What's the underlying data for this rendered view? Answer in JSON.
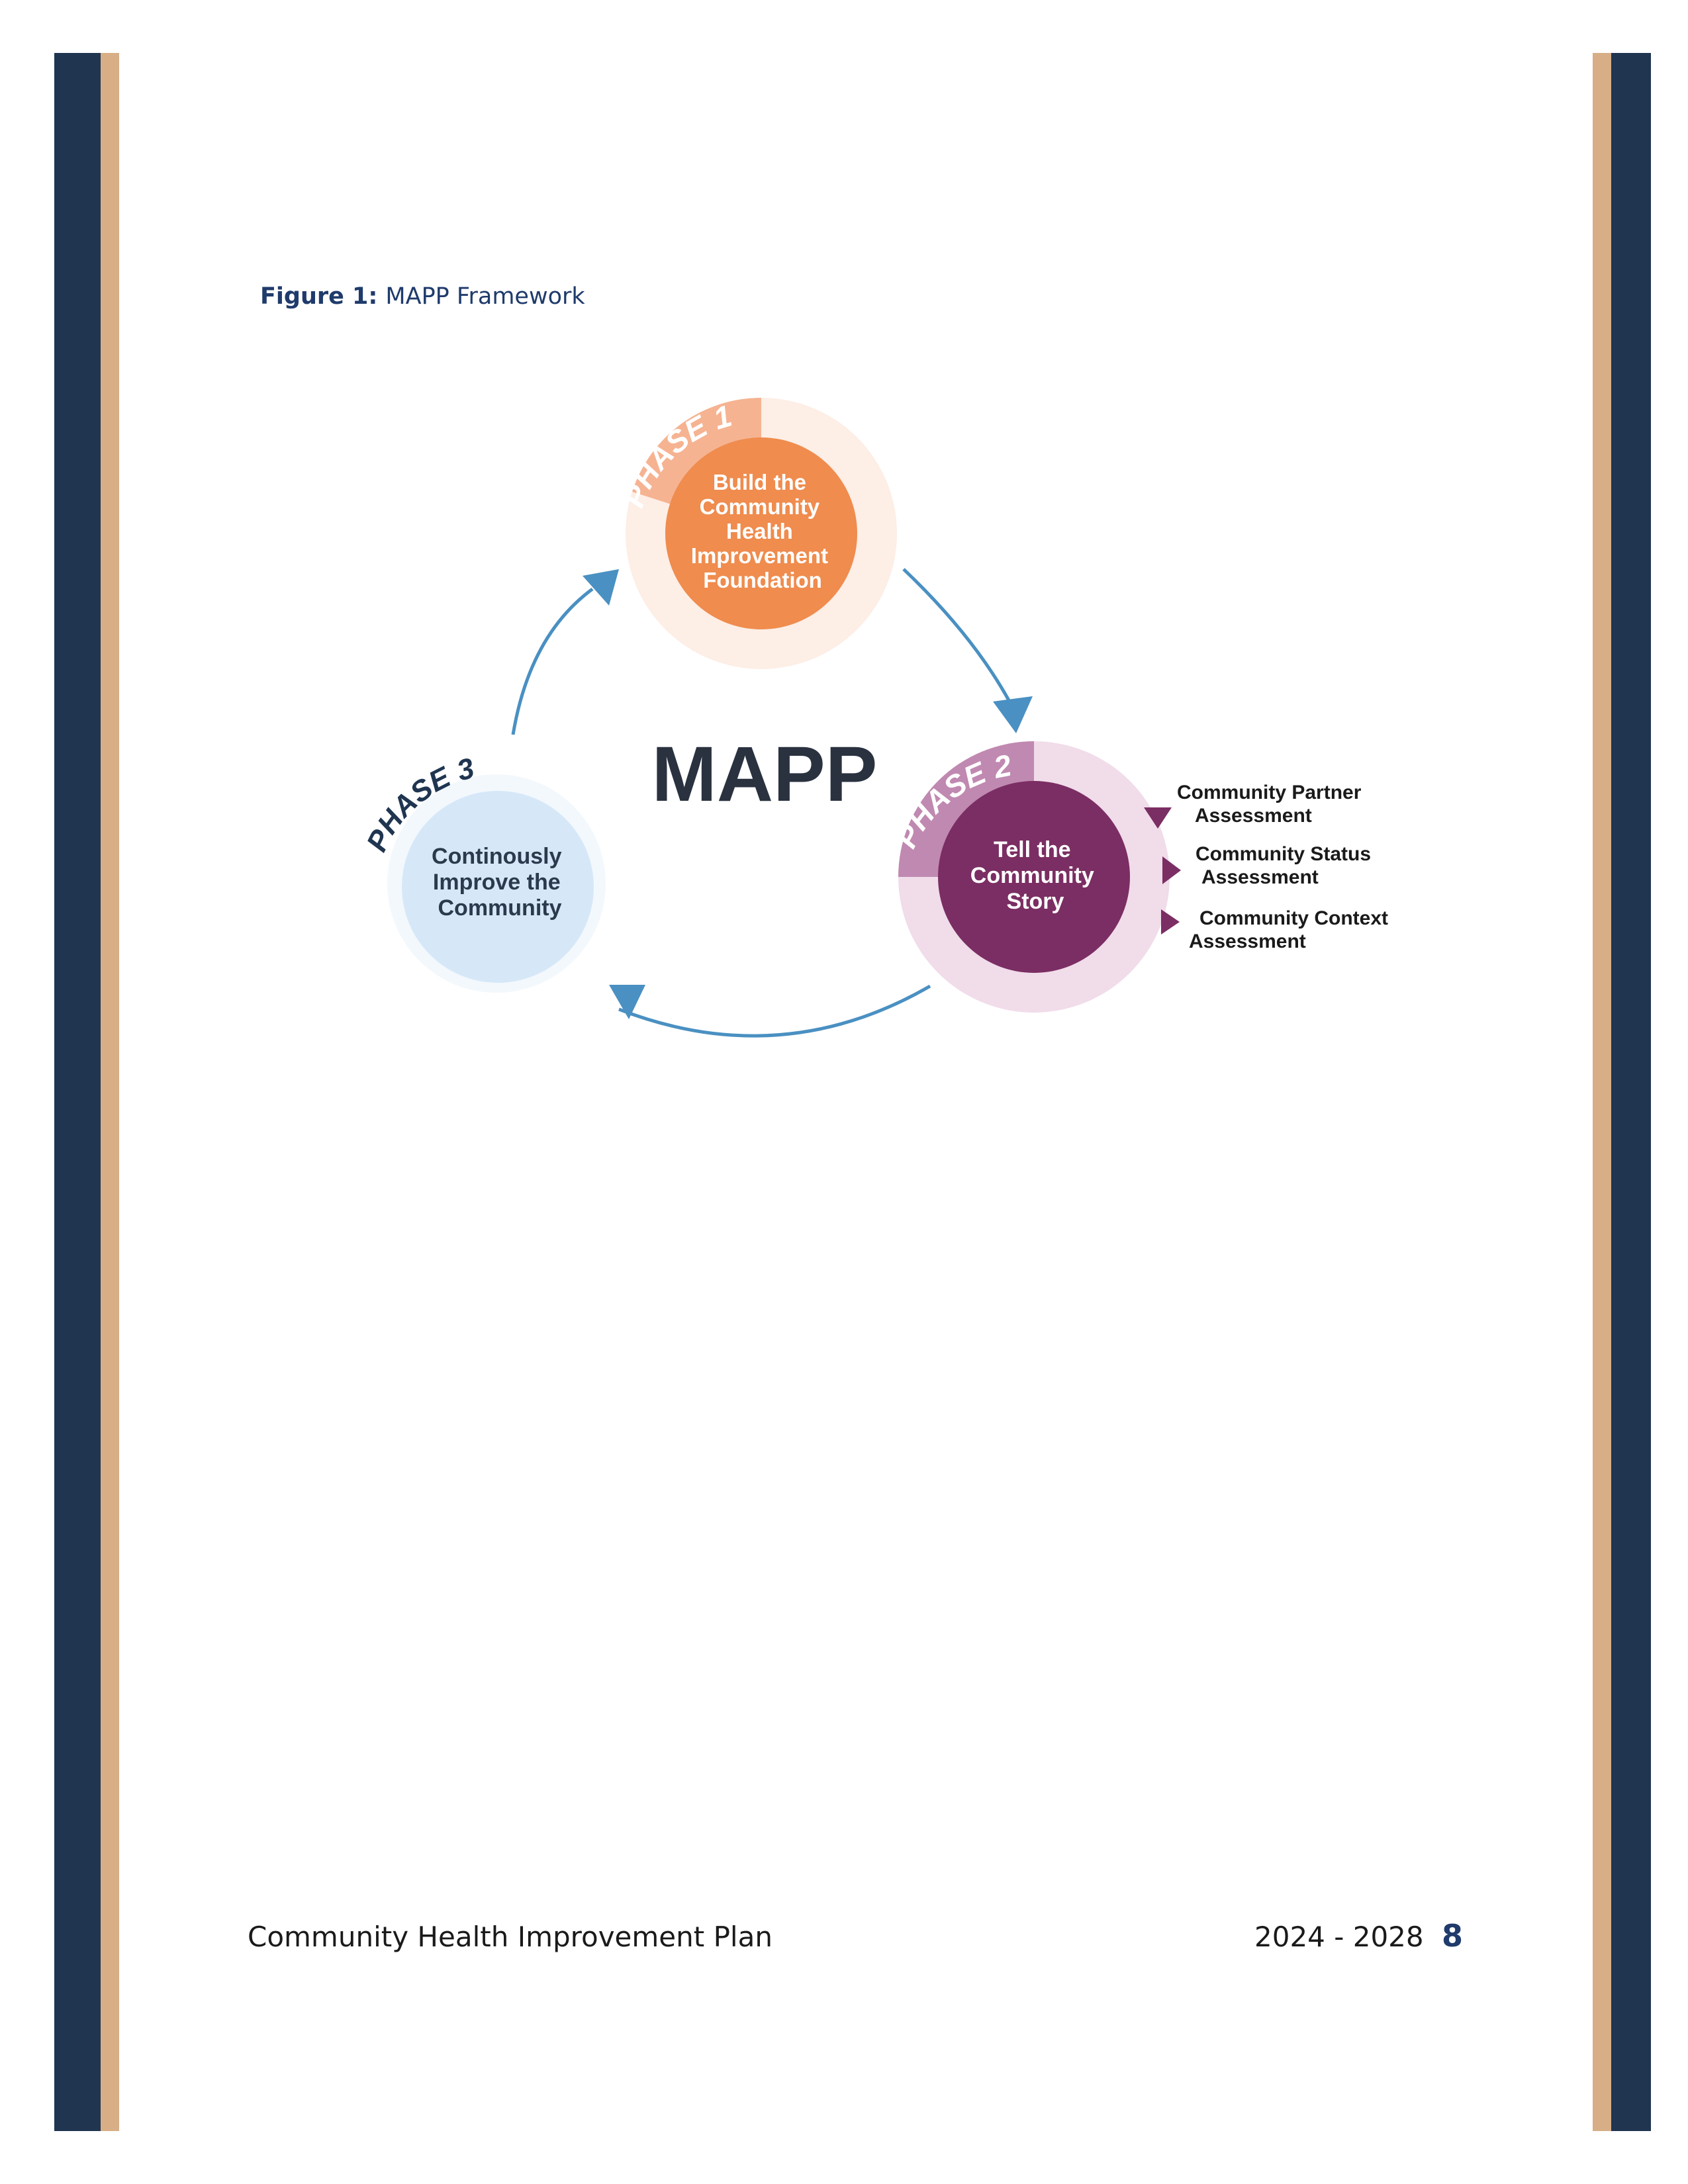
{
  "caption": {
    "label": "Figure 1:",
    "title": "MAPP Framework"
  },
  "diagram": {
    "center_title": "MAPP",
    "phase1": {
      "tag": "PHASE 1",
      "lines": [
        "Build the",
        "Community",
        "Health",
        "Improvement",
        "Foundation"
      ]
    },
    "phase2": {
      "tag": "PHASE 2",
      "lines": [
        "Tell the",
        "Community",
        "Story"
      ]
    },
    "phase3": {
      "tag": "PHASE 3",
      "lines": [
        "Continously",
        "Improve the",
        "Community"
      ]
    },
    "assessments": [
      {
        "line1": "Community Partner",
        "line2": "Assessment"
      },
      {
        "line1": "Community Status",
        "line2": "Assessment"
      },
      {
        "line1": "Community Context",
        "line2": "Assessment"
      }
    ]
  },
  "footer": {
    "title": "Community Health Improvement Plan",
    "years": "2024 - 2028",
    "page": "8"
  },
  "colors": {
    "navy": "#1f3550",
    "tan": "#d8ae86",
    "orange": "#ef8c4e",
    "purple": "#7b2e63",
    "light_blue": "#d6e8f8",
    "arrow_blue": "#4a90c2"
  }
}
